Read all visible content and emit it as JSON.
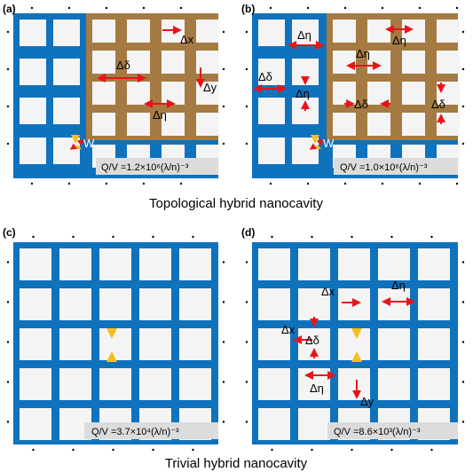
{
  "colors": {
    "blue": "#0f72bd",
    "brown": "#a57b43",
    "hole": "#f4f4f4",
    "arrow": "#e8141a",
    "qbox": "#dcdcdc",
    "emitter": "#f6be1e"
  },
  "panels": [
    {
      "label": "(a)",
      "q_label": "Q/V =1.2×10⁶(λ/n)⁻³",
      "annotations": [
        "Δx",
        "Δδ",
        "Δy",
        "Δη",
        "W"
      ]
    },
    {
      "label": "(b)",
      "q_label": "Q/V =1.0×10⁶(λ/n)⁻³",
      "annotations": [
        "Δη",
        "Δη",
        "Δη",
        "Δδ",
        "Δη",
        "Δδ",
        "Δδ",
        "W"
      ]
    },
    {
      "label": "(c)",
      "q_label": "Q/V =3.7×10⁴(λ/n)⁻³",
      "annotations": []
    },
    {
      "label": "(d)",
      "q_label": "Q/V =8.6×10³(λ/n)⁻³",
      "annotations": [
        "Δx",
        "Δη",
        "Δx",
        "Δδ",
        "Δη",
        "Δy"
      ]
    }
  ],
  "captions": {
    "topological": "Topological hybrid nanocavity",
    "trivial": "Trivial hybrid nanocavity"
  }
}
